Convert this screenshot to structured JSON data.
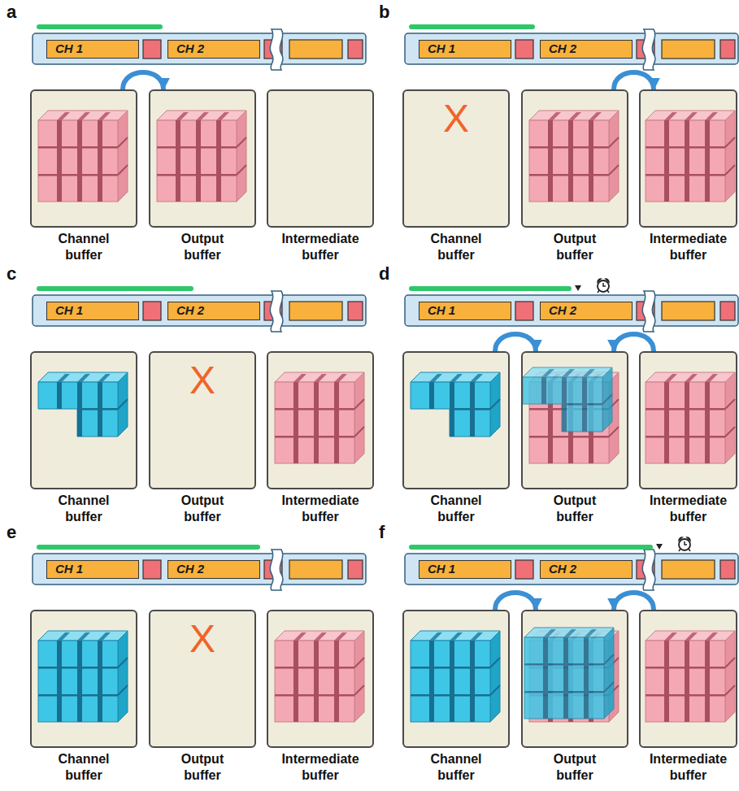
{
  "diagram": {
    "nodes": [
      {
        "text": [
          "CH 1"
        ]
      },
      {
        "text": [
          "CH 2"
        ]
      },
      {
        "text": [
          "Channel buffer"
        ]
      },
      {
        "text": [
          "Output buffer"
        ]
      },
      {
        "text": [
          "Intermediate buffer"
        ]
      },
      {
        "text": [
          "CH 1"
        ]
      },
      {
        "text": [
          "CH 2"
        ]
      },
      {
        "text": [
          "Channel buffer"
        ]
      },
      {
        "text": [
          "Output buffer"
        ]
      },
      {
        "text": [
          "Intermediate buffer"
        ]
      },
      {
        "text": [
          "CH 1"
        ]
      },
      {
        "text": [
          "CH 2"
        ]
      },
      {
        "text": [
          "Channel buffer"
        ]
      },
      {
        "text": [
          "Output buffer"
        ]
      },
      {
        "text": [
          "Intermediate buffer"
        ]
      },
      {
        "text": [
          "CH 1"
        ]
      },
      {
        "text": [
          "CH 2"
        ]
      },
      {
        "text": [
          "Channel buffer"
        ]
      },
      {
        "text": [
          "Output buffer"
        ]
      },
      {
        "text": [
          "Intermediate buffer"
        ]
      },
      {
        "text": [
          "CH 1"
        ]
      },
      {
        "text": [
          "CH 2"
        ]
      },
      {
        "text": [
          "Channel buffer"
        ]
      },
      {
        "text": [
          "Output buffer"
        ]
      },
      {
        "text": [
          "Intermediate buffer"
        ]
      },
      {
        "text": [
          "CH 1"
        ]
      },
      {
        "text": [
          "CH 2"
        ]
      },
      {
        "text": [
          "Channel buffer"
        ]
      },
      {
        "text": [
          "Output buffer"
        ]
      },
      {
        "text": [
          "Intermediate buffer"
        ]
      }
    ],
    "edges": [
      {
        "from": 2,
        "to": 3,
        "arrow": "to"
      },
      {
        "from": 8,
        "to": 9,
        "arrow": "to"
      },
      {
        "from": 17,
        "to": 18,
        "arrow": "to"
      },
      {
        "from": 19,
        "to": 18,
        "arrow": "to"
      },
      {
        "from": 27,
        "to": 28,
        "arrow": "to"
      },
      {
        "from": 29,
        "to": 28,
        "arrow": "to"
      }
    ],
    "labels": [
      "a",
      "b",
      "X",
      "c",
      "X",
      "d",
      "e",
      "X",
      "f"
    ]
  }
}
